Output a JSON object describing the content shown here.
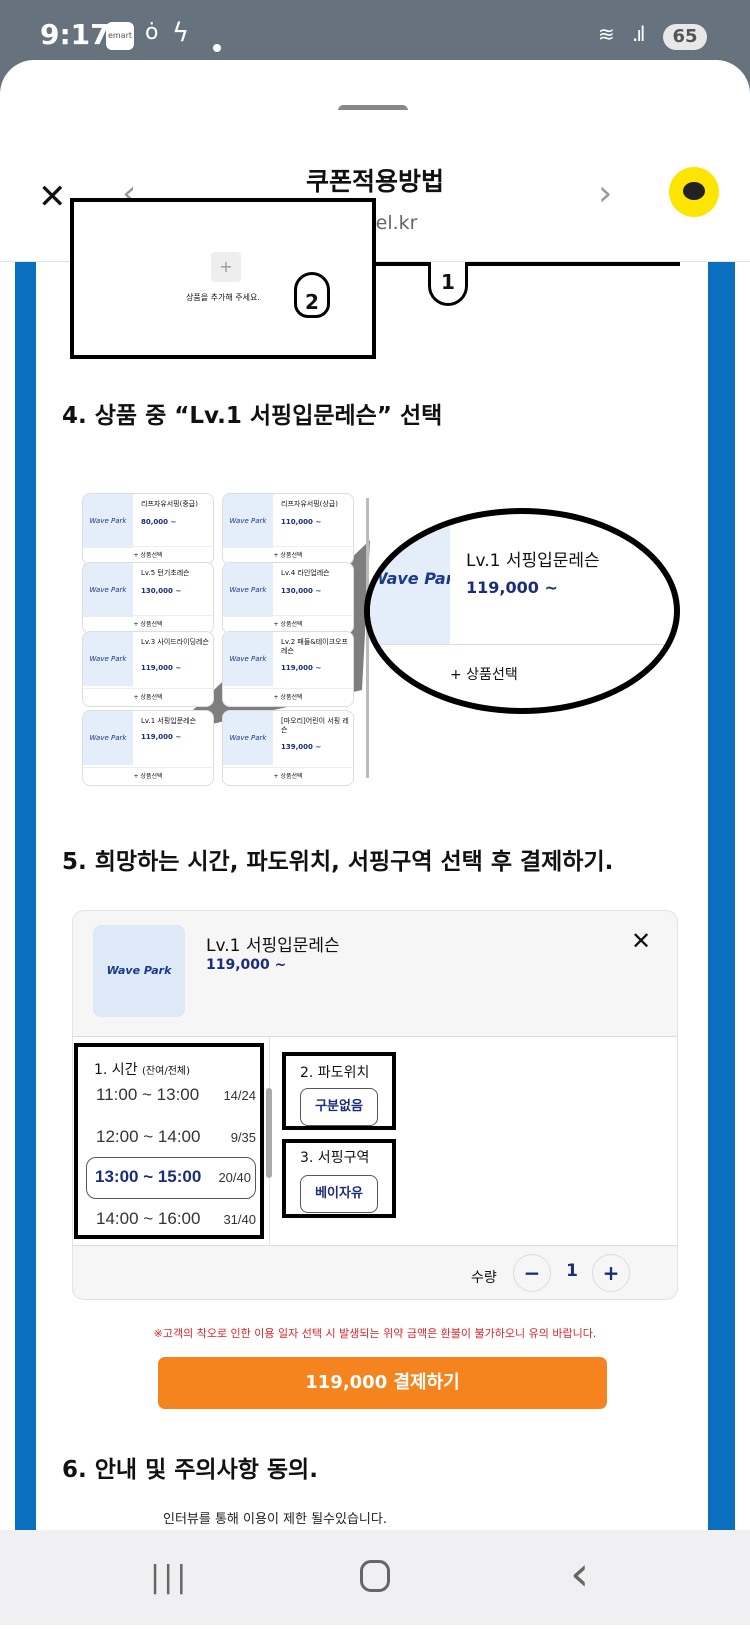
{
  "status_bar": {
    "time": "9:17",
    "app_badge": "emart",
    "battery": "65",
    "icons": [
      "emart-icon",
      "pinwheel-icon",
      "bolt-icon",
      "dot-icon",
      "wifi-icon",
      "signal-icon",
      "battery-icon"
    ]
  },
  "header": {
    "title": "쿠폰적용방법",
    "url": "hhotel.kr",
    "icons": [
      "close-icon",
      "back-icon",
      "forward-icon",
      "kakaotalk-icon"
    ]
  },
  "step3": {
    "empty_text": "상품을 추가해 주세요.",
    "add_symbol": "+",
    "hand1": "1",
    "hand2": "2"
  },
  "step4": {
    "heading": "4. 상품 중 “Lv.1 서핑입문레슨” 선택",
    "products": [
      {
        "name": "리프자유서핑(중급)",
        "price": "80,000 ~"
      },
      {
        "name": "리프자유서핑(상급)",
        "price": "110,000 ~"
      },
      {
        "name": "Lv.5 턴기초레슨",
        "price": "130,000 ~"
      },
      {
        "name": "Lv.4 라인업레슨",
        "price": "130,000 ~"
      },
      {
        "name": "Lv.3 사이드라이딩레슨",
        "price": "119,000 ~"
      },
      {
        "name": "Lv.2 패들&테이크오프 레슨",
        "price": "119,000 ~"
      },
      {
        "name": "Lv.1 서핑입문레슨",
        "price": "119,000 ~"
      },
      {
        "name": "[마오리]어린이 서핑 레슨",
        "price": "139,000 ~"
      }
    ],
    "select_label": "+ 상품선택",
    "logo_text": "Wave Park",
    "zoom": {
      "name": "Lv.1 서핑입문레슨",
      "price": "119,000 ~",
      "select_label": "+ 상품선택"
    }
  },
  "step5": {
    "heading": "5. 희망하는 시간, 파도위치, 서핑구역 선택 후 결제하기.",
    "product": {
      "name": "Lv.1 서핑입문레슨",
      "price": "119,000 ~",
      "logo_text": "Wave Park"
    },
    "time_title": "1. 시간",
    "time_sub": "(잔여/전체)",
    "times": [
      {
        "range": "11:00 ~ 13:00",
        "count": "14/24"
      },
      {
        "range": "12:00 ~ 14:00",
        "count": "9/35"
      },
      {
        "range": "13:00 ~ 15:00",
        "count": "20/40",
        "selected": true
      },
      {
        "range": "14:00 ~ 16:00",
        "count": "31/40"
      }
    ],
    "wave_title": "2. 파도위치",
    "wave_option": "구분없음",
    "zone_title": "3. 서핑구역",
    "zone_option": "베이자유",
    "qty_label": "수량",
    "qty": "1",
    "minus": "−",
    "plus": "+",
    "warning": "※고객의 착오로 인한 이용 일자 선택 시 발생되는 위약 금액은 환불이 불가하오니 유의 바랍니다.",
    "pay_button": "119,000 결제하기"
  },
  "step6": {
    "heading": "6. 안내 및 주의사항 동의.",
    "text": "인터뷰를 통해 이용이 제한 될수있습니다."
  },
  "colors": {
    "status_bar": "#66727d",
    "side_bar": "#0a6fbf",
    "pay_button": "#f5841f",
    "warning": "#d9262b",
    "price": "#1b2d7a",
    "kakao": "#fee500"
  }
}
